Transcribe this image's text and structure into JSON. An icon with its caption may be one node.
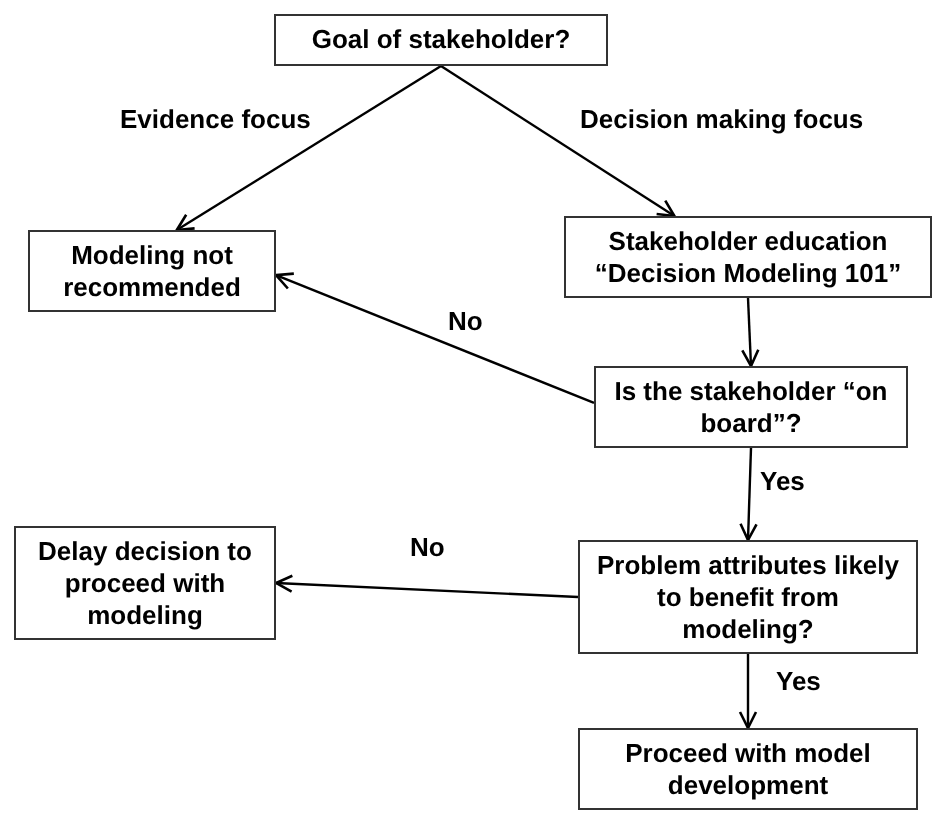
{
  "diagram": {
    "nodes": [
      {
        "text": [
          "Goal of stakeholder?"
        ]
      },
      {
        "text": [
          "Modeling not recommended"
        ]
      },
      {
        "text": [
          "Stakeholder education “Decision Modeling 101”"
        ]
      },
      {
        "text": [
          "Is the stakeholder “on board”?"
        ]
      },
      {
        "text": [
          "Delay decision to proceed with modeling"
        ]
      },
      {
        "text": [
          "Problem attributes likely to benefit from modeling?"
        ]
      },
      {
        "text": [
          "Proceed with model development"
        ]
      }
    ],
    "edges": [
      {
        "from": 0,
        "to": 1,
        "arrow": "to",
        "label": "Evidence focus"
      },
      {
        "from": 0,
        "to": 2,
        "arrow": "to",
        "label": "Decision making focus"
      },
      {
        "from": 2,
        "to": 3,
        "arrow": "to"
      },
      {
        "from": 3,
        "to": 1,
        "arrow": "to",
        "label": "No"
      },
      {
        "from": 3,
        "to": 5,
        "arrow": "to",
        "label": "Yes"
      },
      {
        "from": 5,
        "to": 4,
        "arrow": "to",
        "label": "No"
      },
      {
        "from": 5,
        "to": 6,
        "arrow": "to",
        "label": "Yes"
      }
    ]
  }
}
